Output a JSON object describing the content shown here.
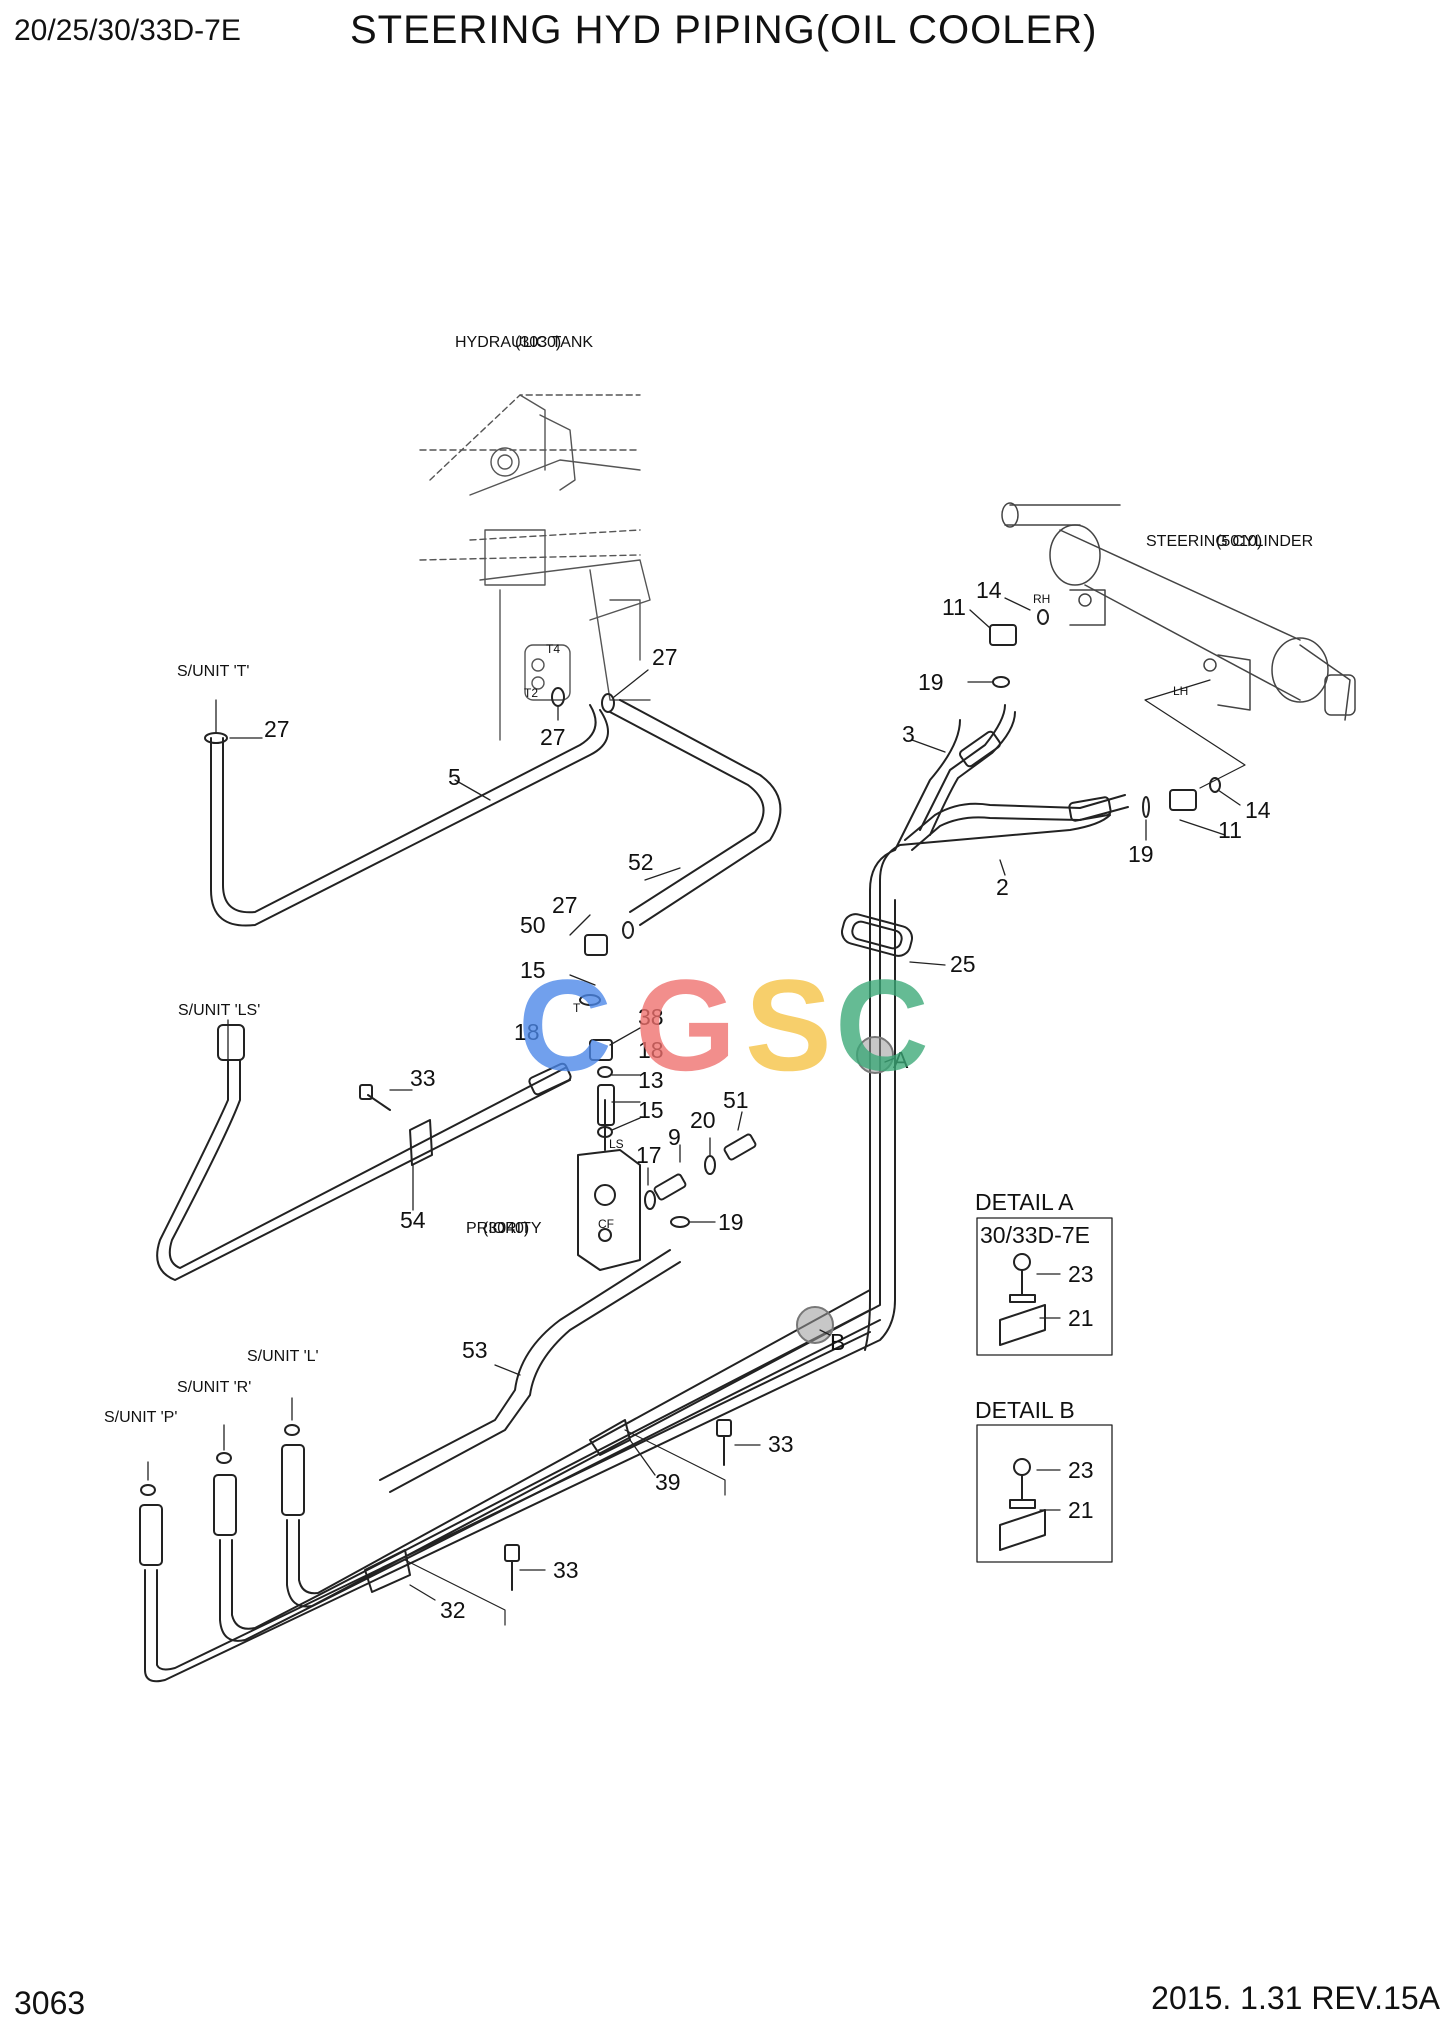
{
  "header": {
    "model": "20/25/30/33D-7E",
    "title": "STEERING HYD PIPING(OIL COOLER)"
  },
  "footer": {
    "page": "3063",
    "revision": "2015. 1.31  REV.15A"
  },
  "labels": {
    "hydraulic_tank": "HYDRAULIC TANK",
    "hydraulic_tank_ref": "(3030)",
    "steering_cylinder": "STEERING CYLINDER",
    "steering_cylinder_ref": "(5010)",
    "priority_valve": "PRIORITY",
    "priority_valve_ref": "(3040)",
    "sunit_t": "S/UNIT 'T'",
    "sunit_ls": "S/UNIT 'LS'",
    "sunit_l": "S/UNIT 'L'",
    "sunit_r": "S/UNIT 'R'",
    "sunit_p": "S/UNIT 'P'",
    "port_t4": "T4",
    "port_t2": "T2",
    "port_rh": "RH",
    "port_lh": "LH",
    "port_t": "T",
    "port_ls": "LS",
    "port_cf": "CF",
    "detail_marker_a": "A",
    "detail_marker_b": "B"
  },
  "detail_a": {
    "title": "DETAIL A",
    "subtitle": "30/33D-7E",
    "parts": [
      "23",
      "21"
    ]
  },
  "detail_b": {
    "title": "DETAIL B",
    "parts": [
      "23",
      "21"
    ]
  },
  "part_numbers": [
    "27",
    "27",
    "27",
    "5",
    "52",
    "27",
    "50",
    "15",
    "18",
    "38",
    "18",
    "13",
    "15",
    "17",
    "9",
    "20",
    "51",
    "19",
    "33",
    "54",
    "14",
    "11",
    "19",
    "3",
    "2",
    "19",
    "11",
    "14",
    "25",
    "53",
    "39",
    "33",
    "33",
    "32"
  ],
  "watermark": [
    "C",
    "G",
    "S",
    "C"
  ],
  "colors": {
    "line": "#222222",
    "highlight_circle": "#888888",
    "watermark": [
      "#4a86e8",
      "#ef6f6c",
      "#f5c242",
      "#3aa877"
    ]
  }
}
